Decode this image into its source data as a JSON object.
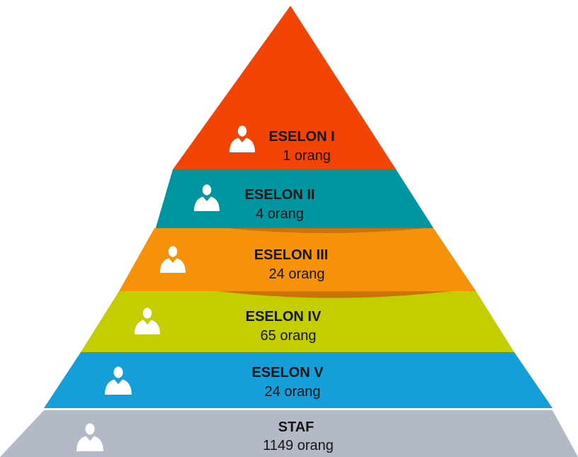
{
  "levels": [
    {
      "title": "ESELON I",
      "count": "1 orang",
      "color": "#f24405",
      "icon": "person-icon"
    },
    {
      "title": "ESELON II",
      "count": "4 orang",
      "color": "#00959f",
      "icon": "person-icon"
    },
    {
      "title": "ESELON III",
      "count": "24 orang",
      "color": "#f5920a",
      "icon": "person-icon"
    },
    {
      "title": "ESELON IV",
      "count": "65 orang",
      "color": "#c3cd00",
      "icon": "person-icon"
    },
    {
      "title": "ESELON V",
      "count": "24 orang",
      "color": "#149fdb",
      "icon": "person-icon"
    },
    {
      "title": "STAF",
      "count": "1149 orang",
      "color": "#b3b9c6",
      "icon": "person-icon"
    }
  ],
  "colors": {
    "background": "#ffffff",
    "text": "#151515",
    "icon": "#ffffff",
    "shadow": "#c96a06"
  }
}
